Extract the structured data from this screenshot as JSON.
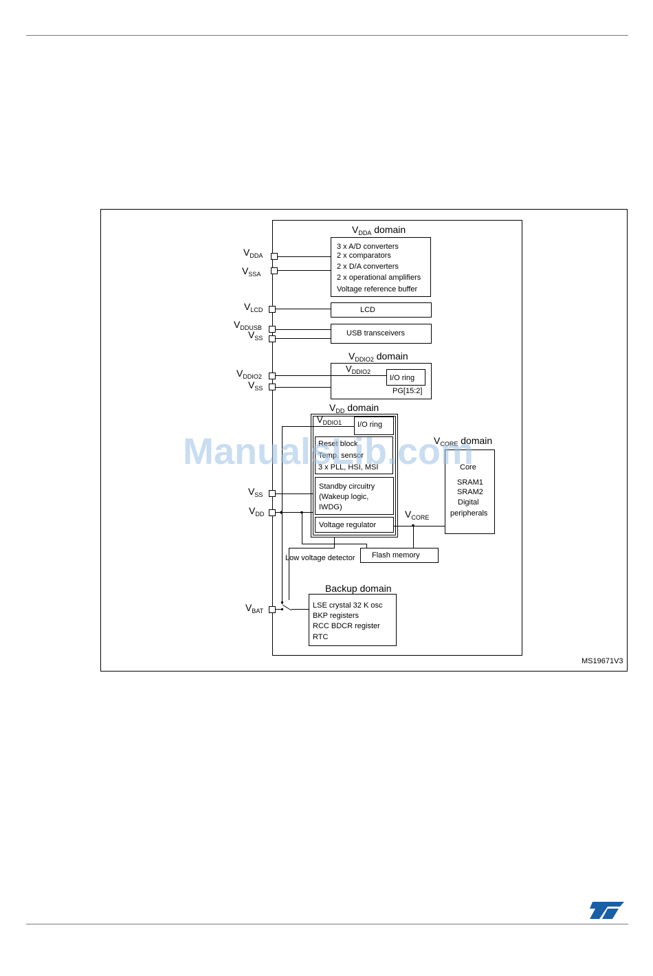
{
  "watermark": "ManualsLib.com",
  "figure_id": "MS19671V3",
  "logo_text": "ST",
  "domains": {
    "vdda": {
      "main": "V",
      "sub": "DDA",
      "rest": " domain"
    },
    "vddio2": {
      "main": "V",
      "sub": "DDIO2",
      "rest": " domain"
    },
    "vdd": {
      "main": "V",
      "sub": "DD",
      "rest": " domain"
    },
    "vcore": {
      "main": "V",
      "sub": "CORE",
      "rest": " domain"
    },
    "backup": "Backup domain"
  },
  "pins": {
    "vdda": {
      "main": "V",
      "sub": "DDA"
    },
    "vssa": {
      "main": "V",
      "sub": "SSA"
    },
    "vlcd": {
      "main": "V",
      "sub": "LCD"
    },
    "vddusb": {
      "main": "V",
      "sub": "DDUSB"
    },
    "vss1": {
      "main": "V",
      "sub": "SS"
    },
    "vddio2": {
      "main": "V",
      "sub": "DDIO2"
    },
    "vss2": {
      "main": "V",
      "sub": "SS"
    },
    "vss3": {
      "main": "V",
      "sub": "SS"
    },
    "vdd": {
      "main": "V",
      "sub": "DD"
    },
    "vbat": {
      "main": "V",
      "sub": "BAT"
    }
  },
  "blocks": {
    "analog": [
      "3 x A/D converters",
      "2 x comparators",
      "2 x D/A converters",
      "2 x operational amplifiers",
      "Voltage reference buffer"
    ],
    "lcd": "LCD",
    "usb": "USB transceivers",
    "vddio2_label": {
      "main": "V",
      "sub": "DDIO2"
    },
    "io_ring_2": "I/O ring",
    "pg": "PG[15:2]",
    "vddio1_label": {
      "main": "V",
      "sub": "DDIO1"
    },
    "io_ring_1": "I/O ring",
    "reset": [
      "Reset block",
      "Temp. sensor",
      "3 x PLL, HSI, MSI"
    ],
    "standby": [
      "Standby circuitry",
      "(Wakeup logic,",
      "IWDG)"
    ],
    "regulator": "Voltage regulator",
    "core": [
      "Core",
      "SRAM1",
      "SRAM2",
      "Digital",
      "peripherals"
    ],
    "vcore_label": {
      "main": "V",
      "sub": "CORE"
    },
    "flash": "Flash memory",
    "lvd": "Low voltage detector",
    "backup": [
      "LSE crystal 32 K osc",
      "BKP registers",
      "RCC BDCR register",
      "RTC"
    ]
  }
}
